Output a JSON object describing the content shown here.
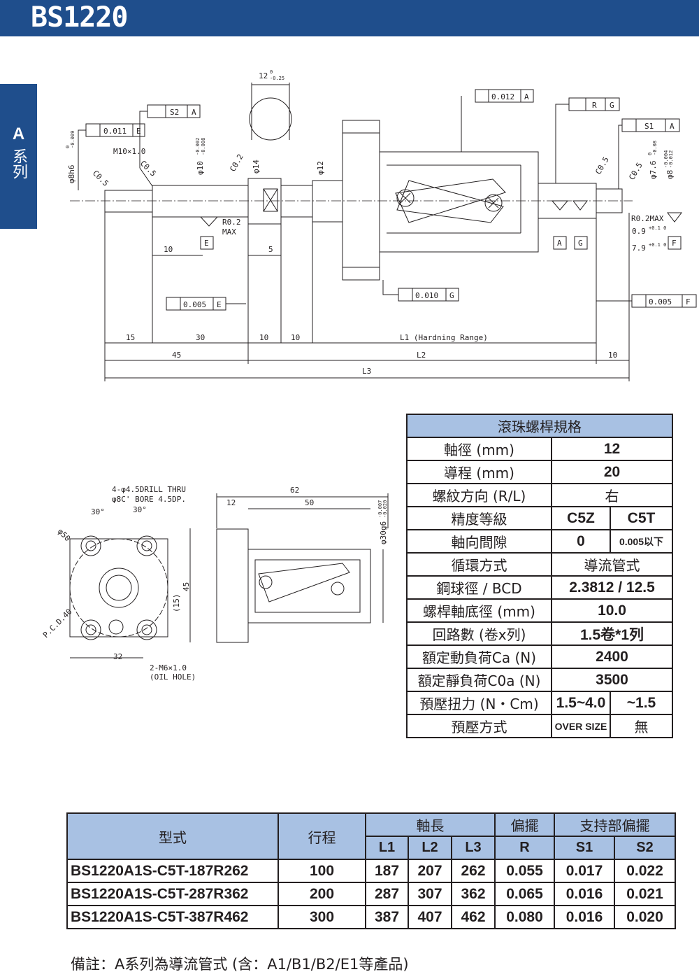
{
  "header": {
    "title": "BS1220"
  },
  "side_tab": {
    "letter": "A",
    "text": "系列"
  },
  "drawing": {
    "gdt": {
      "s2": "S2",
      "s2_ref": "A",
      "e_runout": "0.011",
      "e_ref": "E",
      "r_label": "R",
      "r_ref": "G",
      "top_runout": "0.012",
      "top_ref": "A",
      "s1": "S1",
      "s1_ref": "A",
      "perp_e": "0.005",
      "perp_e_ref": "E",
      "perp_g": "0.010",
      "perp_g_ref": "G",
      "perp_f": "0.005",
      "perp_f_ref": "F"
    },
    "labels": {
      "width_12": "12",
      "width_12_tol_upper": "0",
      "width_12_tol_lower": "-0.25",
      "thread": "M10×1.0",
      "d8h6": "φ8h6",
      "d8h6_tol_upper": "0",
      "d8h6_tol_lower": "-0.009",
      "d10": "φ10",
      "d10_tol_upper": "-0.002",
      "d10_tol_lower": "-0.008",
      "c05_a": "C0.5",
      "c05_b": "C0.5",
      "c02": "C0.2",
      "d14": "φ14",
      "d12": "φ12",
      "c05_c": "C0.5",
      "c05_d": "C0.5",
      "d76": "φ7.6",
      "d76_tol_upper": "0",
      "d76_tol_lower": "-0.08",
      "d8": "φ8",
      "d8_tol_upper": "-0.004",
      "d8_tol_lower": "-0.012",
      "r02": "R0.2",
      "max": "MAX",
      "r02max": "R0.2MAX",
      "d09": "0.9",
      "d09_tol": "+0.1 0",
      "d79": "7.9",
      "d79_tol": "+0.1 0",
      "datum_e": "E",
      "datum_a": "A",
      "datum_g": "G",
      "datum_f": "F",
      "dim_10a": "10",
      "dim_5": "5",
      "dim_15": "15",
      "dim_30": "30",
      "dim_10b": "10",
      "dim_10c": "10",
      "l1": "L1 (Hardning Range)",
      "dim_45": "45",
      "l2": "L2",
      "dim_10d": "10",
      "l3": "L3"
    },
    "flange": {
      "drill": "4-φ4.5DRILL THRU",
      "bore": "φ8C' BORE 4.5DP.",
      "angle_a": "30°",
      "angle_b": "30°",
      "d50": "φ50",
      "pcd": "P.C.D.40",
      "d15": "(15)",
      "d45": "45",
      "d32": "32",
      "oil": "2-M6×1.0",
      "oil_hole": "(OIL HOLE)",
      "d62": "62",
      "d12": "12",
      "d50b": "50",
      "d30g6": "φ30g6",
      "d30_tol_upper": "-0.007",
      "d30_tol_lower": "-0.020"
    }
  },
  "spec": {
    "title": "滾珠螺桿規格",
    "rows": [
      {
        "label": "軸徑 (mm)",
        "value": "12"
      },
      {
        "label": "導程 (mm)",
        "value": "20"
      },
      {
        "label": "螺紋方向 (R/L)",
        "value": "右"
      },
      {
        "label": "精度等級",
        "value": "C5Z",
        "value2": "C5T"
      },
      {
        "label": "軸向間隙",
        "value": "0",
        "value2": "0.005以下"
      },
      {
        "label": "循環方式",
        "value": "導流管式"
      },
      {
        "label": "鋼球徑 / BCD",
        "value": "2.3812 / 12.5"
      },
      {
        "label": "螺桿軸底徑 (mm)",
        "value": "10.0"
      },
      {
        "label": "回路數 (卷x列)",
        "value": "1.5卷*1列"
      },
      {
        "label": "額定動負荷Ca (N)",
        "value": "2400"
      },
      {
        "label": "額定靜負荷C0a (N)",
        "value": "3500"
      },
      {
        "label": "預壓扭力 (N・Cm)",
        "value": "1.5~4.0",
        "value2": "~1.5"
      },
      {
        "label": "預壓方式",
        "value": "OVER SIZE",
        "value2": "無"
      }
    ]
  },
  "models": {
    "headers": {
      "model": "型式",
      "stroke": "行程",
      "shaft_length": "軸長",
      "runout": "偏擺",
      "support_runout": "支持部偏擺",
      "l1": "L1",
      "l2": "L2",
      "l3": "L3",
      "r": "R",
      "s1": "S1",
      "s2": "S2"
    },
    "rows": [
      {
        "model": "BS1220A1S-C5T-187R262",
        "stroke": "100",
        "l1": "187",
        "l2": "207",
        "l3": "262",
        "r": "0.055",
        "s1": "0.017",
        "s2": "0.022"
      },
      {
        "model": "BS1220A1S-C5T-287R362",
        "stroke": "200",
        "l1": "287",
        "l2": "307",
        "l3": "362",
        "r": "0.065",
        "s1": "0.016",
        "s2": "0.021"
      },
      {
        "model": "BS1220A1S-C5T-387R462",
        "stroke": "300",
        "l1": "387",
        "l2": "407",
        "l3": "462",
        "r": "0.080",
        "s1": "0.016",
        "s2": "0.020"
      }
    ]
  },
  "note": "備註：A系列為導流管式 (含：A1/B1/B2/E1等產品)"
}
